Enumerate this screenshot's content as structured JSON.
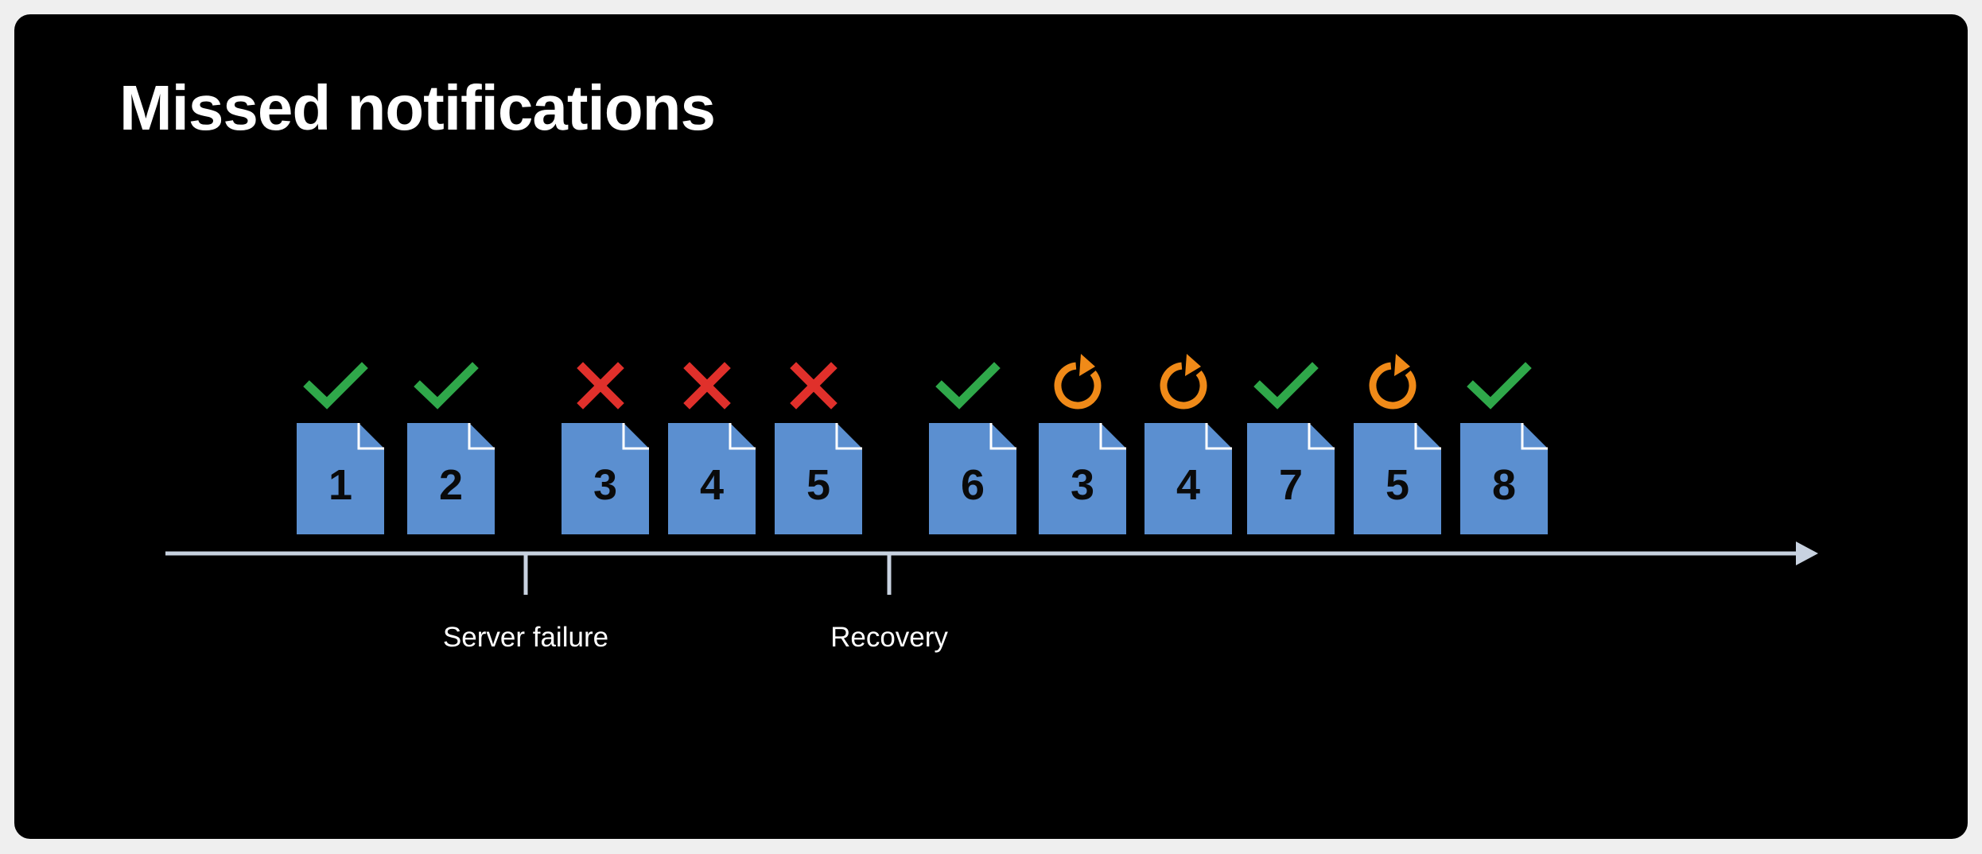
{
  "slide": {
    "title": "Missed notifications"
  },
  "colors": {
    "background": "#000000",
    "document": "#5b8fd0",
    "timeline": "#c8d2e0",
    "success": "#2fa84a",
    "failure": "#e0302b",
    "retry": "#f08a18"
  },
  "timeline": {
    "markers": [
      {
        "label": "Server failure",
        "after_item": 2
      },
      {
        "label": "Recovery",
        "after_item": 5
      }
    ]
  },
  "notifications": [
    {
      "number": "1",
      "status": "delivered",
      "icon": "checkmark-icon"
    },
    {
      "number": "2",
      "status": "delivered",
      "icon": "checkmark-icon"
    },
    {
      "number": "3",
      "status": "failed",
      "icon": "cross-icon"
    },
    {
      "number": "4",
      "status": "failed",
      "icon": "cross-icon"
    },
    {
      "number": "5",
      "status": "failed",
      "icon": "cross-icon"
    },
    {
      "number": "6",
      "status": "delivered",
      "icon": "checkmark-icon"
    },
    {
      "number": "3",
      "status": "retried",
      "icon": "retry-icon"
    },
    {
      "number": "4",
      "status": "retried",
      "icon": "retry-icon"
    },
    {
      "number": "7",
      "status": "delivered",
      "icon": "checkmark-icon"
    },
    {
      "number": "5",
      "status": "retried",
      "icon": "retry-icon"
    },
    {
      "number": "8",
      "status": "delivered",
      "icon": "checkmark-icon"
    }
  ]
}
